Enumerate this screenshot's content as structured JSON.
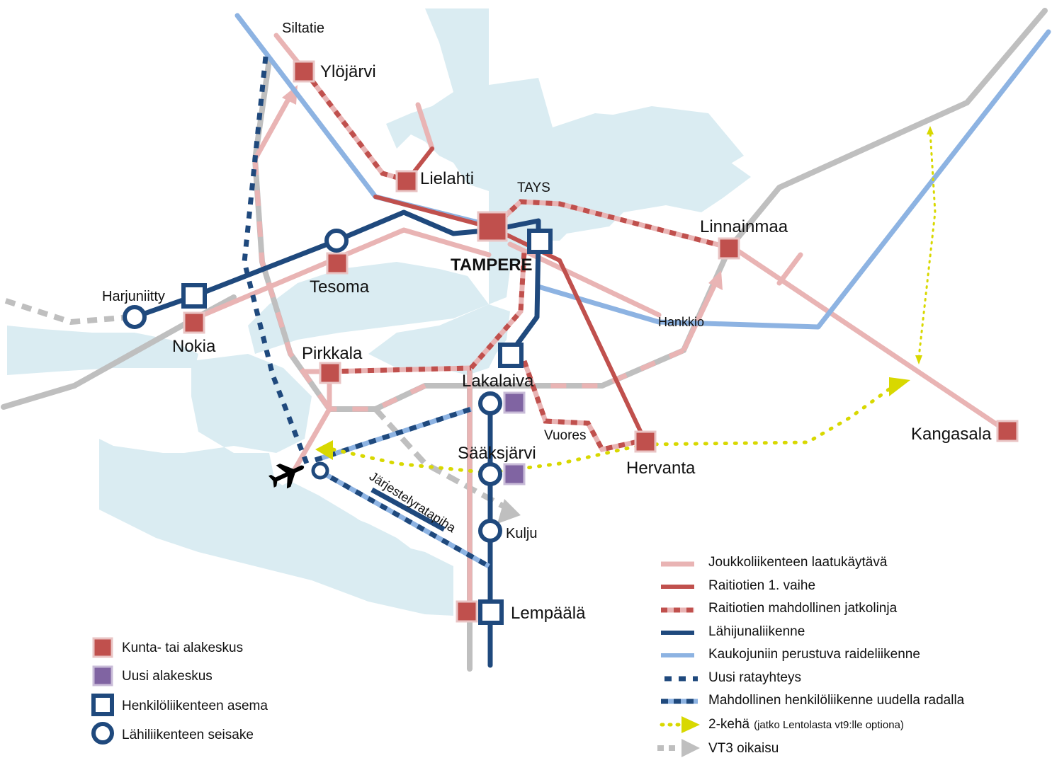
{
  "places": {
    "siltatie": "Siltatie",
    "ylojarvi": "Ylöjärvi",
    "lielahti": "Lielahti",
    "tays": "TAYS",
    "linnainmaa": "Linnainmaa",
    "tampere": "TAMPERE",
    "tesoma": "Tesoma",
    "harjuniitty": "Harjuniitty",
    "nokia": "Nokia",
    "hankkio": "Hankkio",
    "pirkkala": "Pirkkala",
    "lakalaiva": "Lakalaiva",
    "vuores": "Vuores",
    "hervanta": "Hervanta",
    "kangasala": "Kangasala",
    "saaksjarvi": "Sääksjärvi",
    "kulju": "Kulju",
    "lempaala": "Lempäälä",
    "jarjestelyratapiha": "Järjestelyratapiha"
  },
  "legend_left": [
    {
      "key": "kunta",
      "label": "Kunta- tai alakeskus"
    },
    {
      "key": "uusi",
      "label": "Uusi alakeskus"
    },
    {
      "key": "asema",
      "label": "Henkilöliikenteen asema"
    },
    {
      "key": "seisake",
      "label": "Lähiliikenteen seisake"
    }
  ],
  "legend_right": [
    {
      "key": "laatukaytava",
      "label": "Joukkoliikenteen laatukäytävä"
    },
    {
      "key": "raitiotie1",
      "label": "Raitiotien 1. vaihe"
    },
    {
      "key": "raitiotie_jatko",
      "label": "Raitiotien mahdollinen jatkolinja"
    },
    {
      "key": "lahijuna",
      "label": "Lähijunaliikenne"
    },
    {
      "key": "kaukojuna",
      "label": "Kaukojuniin perustuva raideliikenne"
    },
    {
      "key": "uusi_rata",
      "label": "Uusi ratayhteys"
    },
    {
      "key": "henkilo_uusi",
      "label": "Mahdollinen henkilöliikenne uudella radalla"
    },
    {
      "key": "kehä2",
      "label": "2-kehä",
      "note": "(jatko Lentolasta vt9:lle optiona)"
    },
    {
      "key": "vt3",
      "label": "VT3 oikaisu"
    }
  ],
  "colors": {
    "water": "#daecf2",
    "pink": "#e9b4b4",
    "red": "#c0504d",
    "navy": "#1f497d",
    "lightblue": "#8db3e2",
    "gray": "#bfbfbf",
    "yellow": "#d8d800",
    "purple": "#8064a2"
  },
  "icons": {
    "airport": "airplane-icon"
  }
}
